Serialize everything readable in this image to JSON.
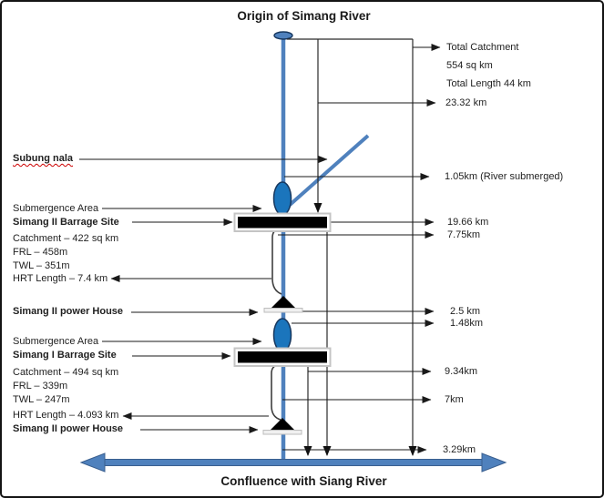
{
  "titles": {
    "origin": "Origin of Simang River",
    "confluence": "Confluence with Siang River"
  },
  "left_labels": {
    "subung_nala": "Subung nala",
    "submergence_area_upper": "Submergence Area",
    "simang_ii_barrage_site": "Simang II Barrage Site",
    "catchment_upper": "Catchment – 422 sq km",
    "frl_upper": "FRL – 458m",
    "twl_upper": "TWL – 351m",
    "hrt_length_upper": "HRT Length – 7.4 km",
    "simang_ii_power_house_upper": "Simang II power House",
    "submergence_area_lower": "Submergence Area",
    "simang_i_barrage_site": "Simang I Barrage Site",
    "catchment_lower": "Catchment – 494 sq km",
    "frl_lower": "FRL – 339m",
    "twl_lower": "TWL – 247m",
    "hrt_length_lower": "HRT Length – 4.093 km",
    "simang_ii_power_house_lower": "Simang II power House"
  },
  "right_labels": {
    "total_catchment_line1": "Total Catchment",
    "total_catchment_line2": "554 sq km",
    "total_length": "Total Length 44 km",
    "dist_23_32": "23.32 km",
    "dist_1_05": "1.05km (River submerged)",
    "dist_19_66": "19.66 km",
    "dist_7_75": "7.75km",
    "dist_2_5": "2.5 km",
    "dist_1_48": "1.48km",
    "dist_9_34": "9.34km",
    "dist_7": "7km",
    "dist_3_29": "3.29km"
  },
  "colors": {
    "river_blue": "#4f81bd",
    "river_blue_dark": "#3a5f8f",
    "submergence_blue": "#1b75bc",
    "ellipse_stroke": "#17375e",
    "barrage_black": "#000000",
    "shape_shadow_gray": "#c4c4c4",
    "line_black": "#1a1a1a",
    "spellcheck_red": "#cc0000"
  }
}
